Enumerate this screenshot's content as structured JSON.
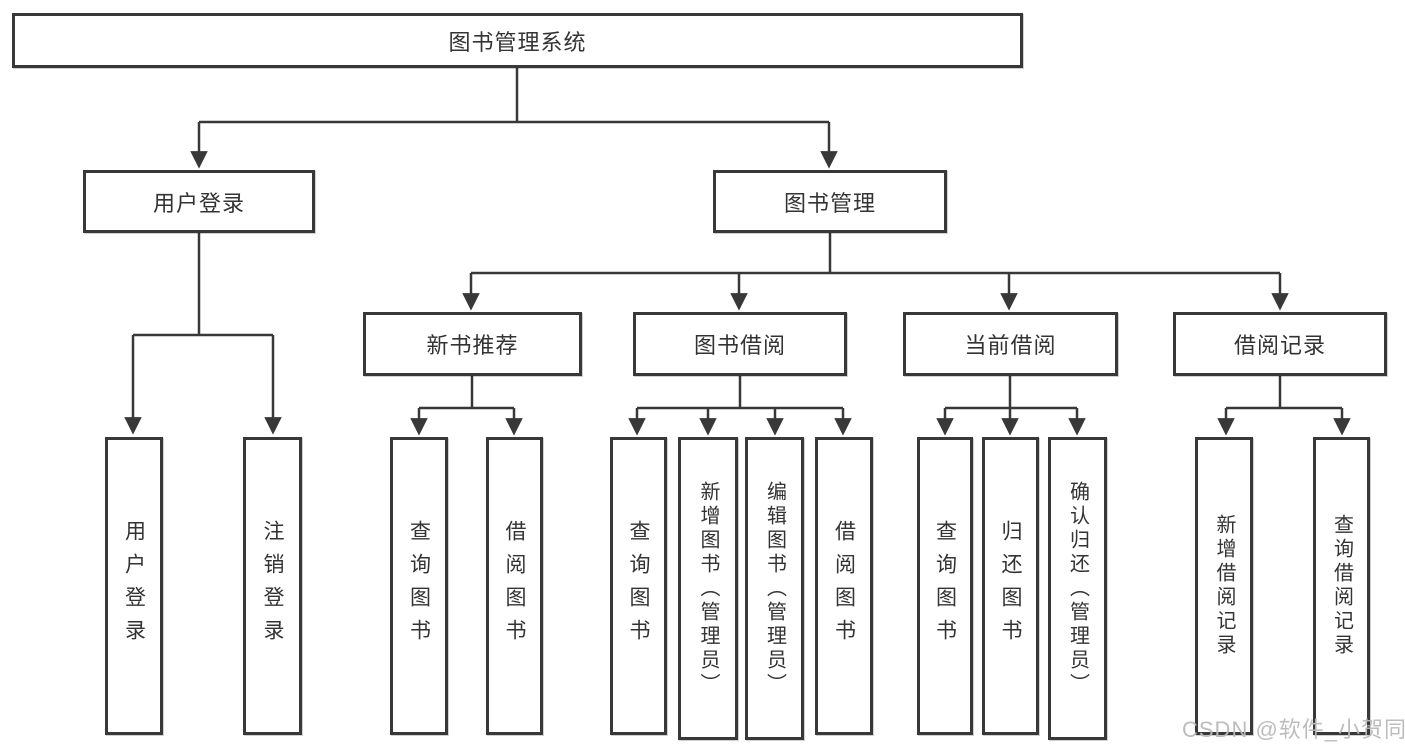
{
  "colors": {
    "line": "#383838",
    "text": "#333333",
    "watermark": "#b9b9b9",
    "background": "#ffffff"
  },
  "watermark": "CSDN @软件_小贺同学",
  "diagram": {
    "root": {
      "label": "图书管理系统",
      "children": [
        {
          "label": "用户登录",
          "children": [
            {
              "label": "用户登录"
            },
            {
              "label": "注销登录"
            }
          ]
        },
        {
          "label": "图书管理",
          "children": [
            {
              "label": "新书推荐",
              "children": [
                {
                  "label": "查询图书"
                },
                {
                  "label": "借阅图书"
                }
              ]
            },
            {
              "label": "图书借阅",
              "children": [
                {
                  "label": "查询图书"
                },
                {
                  "label": "新增图书（管理员）"
                },
                {
                  "label": "编辑图书（管理员）"
                },
                {
                  "label": "借阅图书"
                }
              ]
            },
            {
              "label": "当前借阅",
              "children": [
                {
                  "label": "查询图书"
                },
                {
                  "label": "归还图书"
                },
                {
                  "label": "确认归还（管理员）"
                }
              ]
            },
            {
              "label": "借阅记录",
              "children": [
                {
                  "label": "新增借阅记录"
                },
                {
                  "label": "查询借阅记录"
                }
              ]
            }
          ]
        }
      ]
    }
  }
}
